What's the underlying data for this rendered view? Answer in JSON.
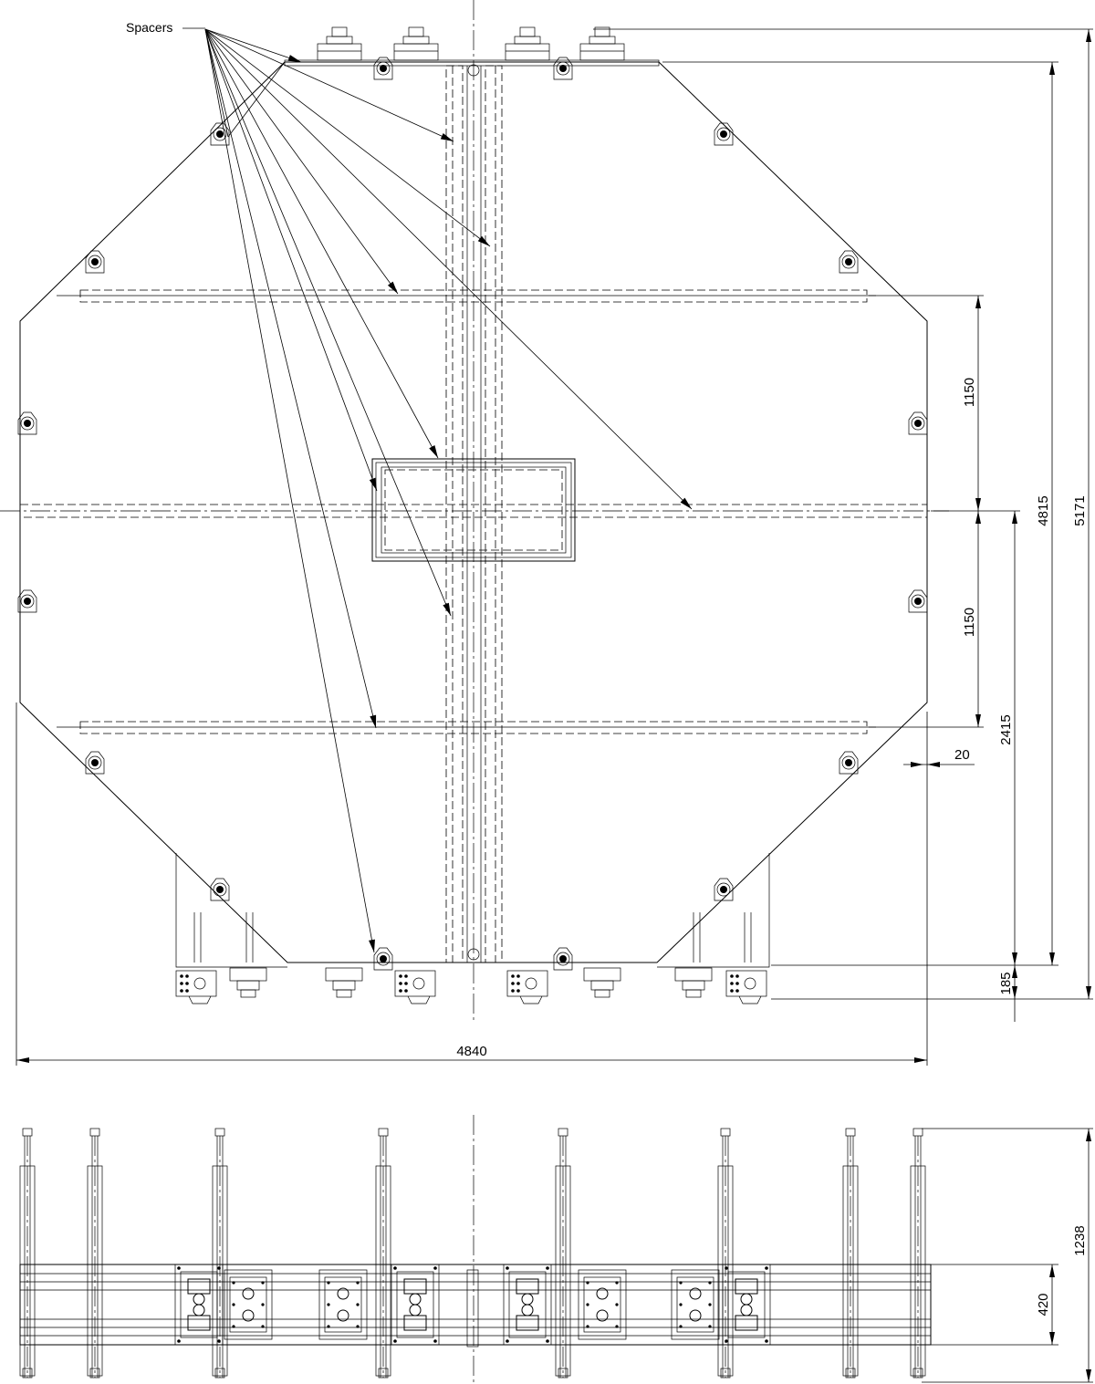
{
  "labels": {
    "spacers": "Spacers"
  },
  "dimensions": {
    "total_height": "5171",
    "inner_height": "4815",
    "upper_spacing": "1150",
    "lower_spacing": "1150",
    "center_to_base": "2415",
    "bottom_offset": "185",
    "side_gap": "20",
    "total_width": "4840",
    "side_view_height": "1238",
    "side_view_depth": "420"
  }
}
